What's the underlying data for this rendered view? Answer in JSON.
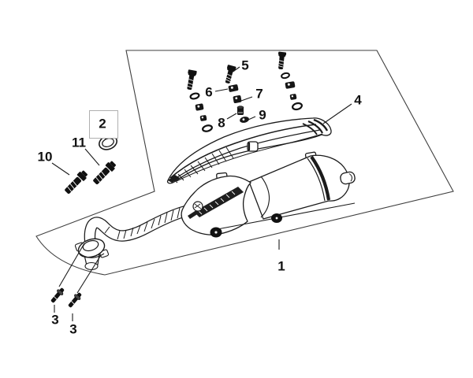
{
  "callouts": {
    "c1": "1",
    "c2": "2",
    "c3a": "3",
    "c3b": "3",
    "c4": "4",
    "c5": "5",
    "c6": "6",
    "c7": "7",
    "c8": "8",
    "c9": "9",
    "c10": "10",
    "c11": "11"
  },
  "colors": {
    "line": "#1b1b1b",
    "background": "#ffffff",
    "callout_text": "#111111",
    "highlight_box_border": "#b0b0b0"
  }
}
